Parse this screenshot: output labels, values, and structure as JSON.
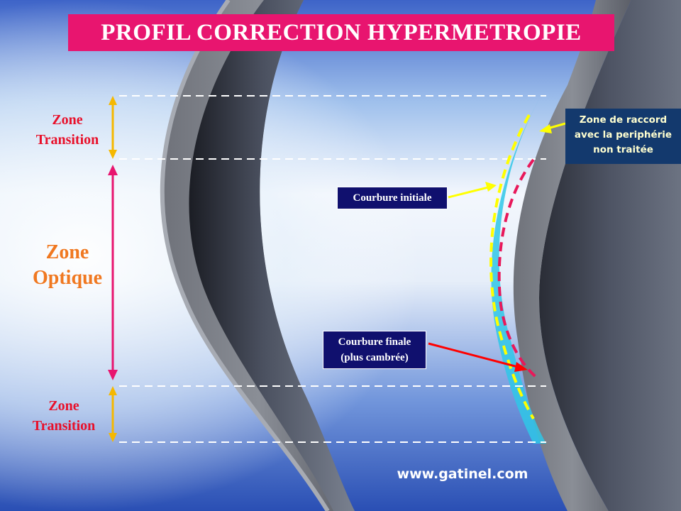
{
  "title": "PROFIL CORRECTION HYPERMETROPIE",
  "zones": {
    "top_transition": [
      "Zone",
      "Transition"
    ],
    "optical": [
      "Zone",
      "Optique"
    ],
    "bottom_transition": [
      "Zone",
      "Transition"
    ]
  },
  "callouts": {
    "raccord": [
      "Zone de raccord",
      "avec la periphérie",
      "non traitée"
    ],
    "initial": "Courbure initiale",
    "final": [
      "Courbure finale",
      "(plus cambrée)"
    ]
  },
  "website": "www.gatinel.com",
  "colors": {
    "title_bg": "#e8156f",
    "transition_text": "#e8102a",
    "optical_text": "#f07820",
    "initial_curve": "#ffff00",
    "final_curve": "#e8185a",
    "label_box": "#10106e",
    "raccord_box": "#13396d",
    "transition_arrow": "#f5b800",
    "optical_arrow": "#e8156f",
    "final_arrow": "#ff0000",
    "treated_zone": "#2fc7e8"
  }
}
